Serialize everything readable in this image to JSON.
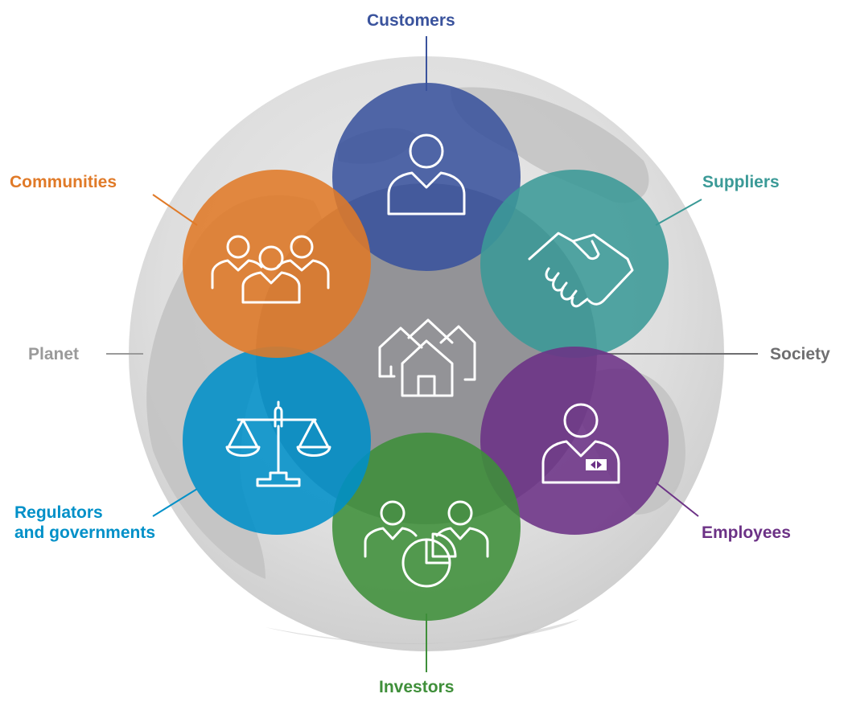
{
  "stakeholders": [
    {
      "key": "customers",
      "label": "Customers",
      "color": "#3a539d",
      "icon": "person-icon"
    },
    {
      "key": "suppliers",
      "label": "Suppliers",
      "color": "#3b9a97",
      "icon": "handshake-icon"
    },
    {
      "key": "employees",
      "label": "Employees",
      "color": "#6c3286",
      "icon": "employee-badge-icon"
    },
    {
      "key": "investors",
      "label": "Investors",
      "color": "#3f8f3a",
      "icon": "investors-pie-chart-icon"
    },
    {
      "key": "regulators",
      "label_lines": [
        "Regulators",
        "and governments"
      ],
      "color": "#0090c8",
      "icon": "scales-of-justice-icon"
    },
    {
      "key": "communities",
      "label": "Communities",
      "color": "#e07a28",
      "icon": "group-of-people-icon"
    }
  ],
  "outer": {
    "planet_label": "Planet",
    "society_label": "Society",
    "planet_color": "#9a9a9a",
    "society_color": "#6e6e70"
  },
  "center": {
    "icon": "houses-icon",
    "color": "#8e8e92"
  },
  "globe": {
    "icon": "world-map-globe",
    "color": "#dcdcdc"
  }
}
